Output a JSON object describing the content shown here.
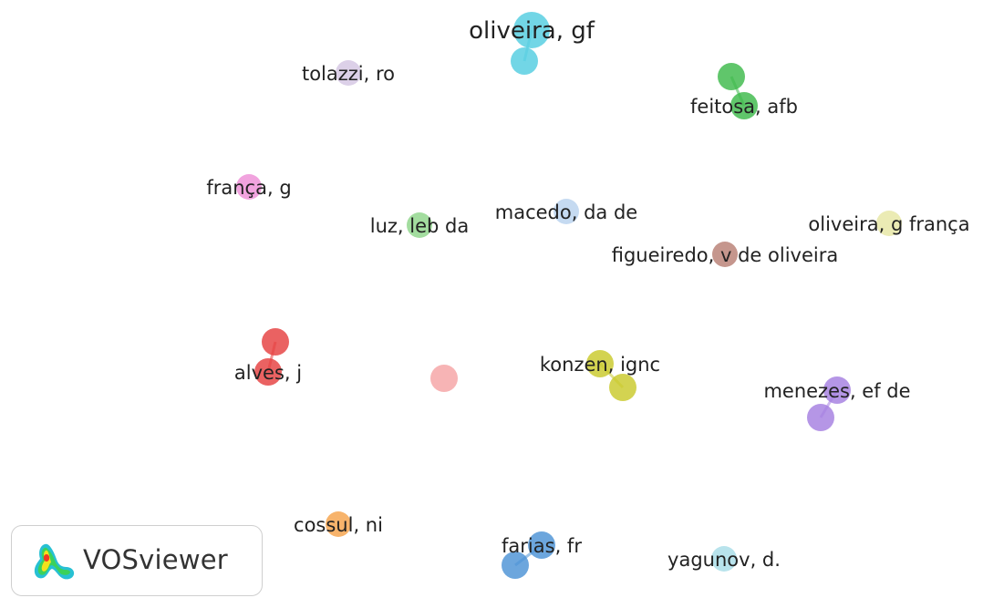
{
  "map": {
    "edge_color": "#bbbbbb",
    "nodes": [
      {
        "id": "oliveira-gf",
        "label": "oliveira, gf",
        "color": "#53cde0",
        "cluster": "cyan"
      },
      {
        "id": "oliveira-gf-2",
        "label": "",
        "color": "#53cde0",
        "cluster": "cyan"
      },
      {
        "id": "tolazzi-ro",
        "label": "tolazzi, ro",
        "color": "#d4c6e3",
        "cluster": "lavender"
      },
      {
        "id": "feitosa-afb",
        "label": "feitosa, afb",
        "color": "#3dba4a",
        "cluster": "green"
      },
      {
        "id": "feitosa-afb-2",
        "label": "",
        "color": "#3dba4a",
        "cluster": "green"
      },
      {
        "id": "franca-g",
        "label": "frança, g",
        "color": "#ee8fd7",
        "cluster": "pink"
      },
      {
        "id": "luz-leb-da",
        "label": "luz, leb da",
        "color": "#8fd68a",
        "cluster": "light-green"
      },
      {
        "id": "macedo-da-de",
        "label": "macedo, da de",
        "color": "#b8d2ee",
        "cluster": "light-blue"
      },
      {
        "id": "oliveira-g-franca",
        "label": "oliveira, g frança",
        "color": "#e6e6a3",
        "cluster": "beige"
      },
      {
        "id": "figueiredo-v-de-oliveira",
        "label": "figueiredo, v de oliveira",
        "color": "#b87f74",
        "cluster": "brown"
      },
      {
        "id": "alves-j",
        "label": "alves, j",
        "color": "#e53f3f",
        "cluster": "red"
      },
      {
        "id": "alves-j-2",
        "label": "",
        "color": "#e53f3f",
        "cluster": "red"
      },
      {
        "id": "unlabeled-pink",
        "label": "",
        "color": "#f5a3a5",
        "cluster": "salmon"
      },
      {
        "id": "konzen-ignc",
        "label": "konzen, ignc",
        "color": "#c9c92b",
        "cluster": "yellow"
      },
      {
        "id": "konzen-ignc-2",
        "label": "",
        "color": "#c9c92b",
        "cluster": "yellow"
      },
      {
        "id": "menezes-ef-de",
        "label": "menezes, ef de",
        "color": "#a57fe0",
        "cluster": "purple"
      },
      {
        "id": "menezes-ef-de-2",
        "label": "",
        "color": "#a57fe0",
        "cluster": "purple"
      },
      {
        "id": "cossul-ni",
        "label": "cossul, ni",
        "color": "#f5a24a",
        "cluster": "orange"
      },
      {
        "id": "farias-fr",
        "label": "farias, fr",
        "color": "#4c93d6",
        "cluster": "blue"
      },
      {
        "id": "farias-fr-2",
        "label": "",
        "color": "#4c93d6",
        "cluster": "blue"
      },
      {
        "id": "yagunov-d",
        "label": "yagunov, d.",
        "color": "#a8dde8",
        "cluster": "pale-cyan"
      }
    ],
    "edges": [
      {
        "from": "oliveira-gf",
        "to": "oliveira-gf-2"
      },
      {
        "from": "feitosa-afb",
        "to": "feitosa-afb-2"
      },
      {
        "from": "alves-j",
        "to": "alves-j-2"
      },
      {
        "from": "konzen-ignc",
        "to": "konzen-ignc-2"
      },
      {
        "from": "menezes-ef-de",
        "to": "menezes-ef-de-2"
      },
      {
        "from": "farias-fr",
        "to": "farias-fr-2"
      }
    ]
  },
  "badge": {
    "text": "VOSviewer",
    "logo_icon": "vosviewer-heatmap-logo-icon"
  }
}
